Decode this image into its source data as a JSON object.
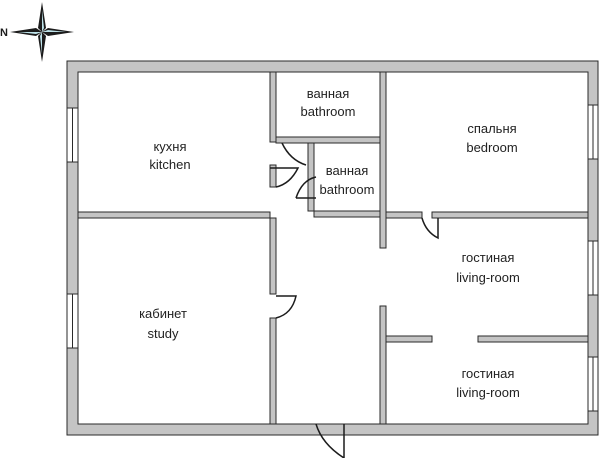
{
  "colors": {
    "wall_fill": "#c4c4c4",
    "wall_stroke": "#2a2a2a",
    "floor": "#ffffff",
    "text": "#222222"
  },
  "compass": {
    "icon": "compass-rose-icon",
    "label": "N"
  },
  "rooms": [
    {
      "id": "kitchen",
      "ru": "кухня",
      "en": "kitchen"
    },
    {
      "id": "bathroom-1",
      "ru": "ванная",
      "en": "bathroom"
    },
    {
      "id": "bathroom-2",
      "ru": "ванная",
      "en": "bathroom"
    },
    {
      "id": "bedroom",
      "ru": "спальня",
      "en": "bedroom"
    },
    {
      "id": "study",
      "ru": "кабинет",
      "en": "study"
    },
    {
      "id": "living-room-1",
      "ru": "гостиная",
      "en": "living-room"
    },
    {
      "id": "living-room-2",
      "ru": "гостиная",
      "en": "living-room"
    }
  ]
}
